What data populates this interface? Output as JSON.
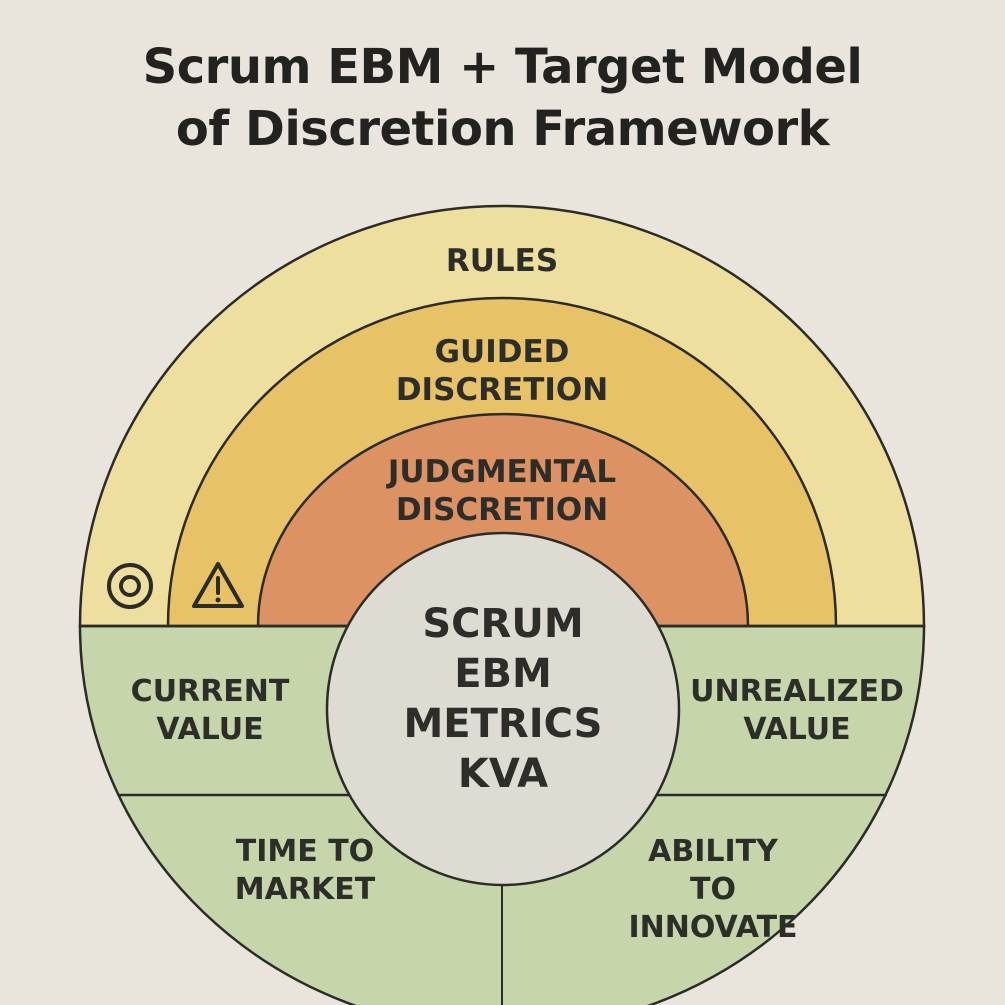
{
  "title": {
    "line1": "Scrum EBM + Target Model",
    "line2": "of Discretion Framework"
  },
  "colors": {
    "background": "#e9e5dc",
    "rules": "#eedf9f",
    "guided_discretion": "#e8c266",
    "judgmental_discretion": "#dc9262",
    "ebm_quadrants": "#c6d6aa",
    "center": "#dedbd3",
    "outline": "#2b2b28"
  },
  "discretion_layers": [
    {
      "lines": [
        "RULES"
      ]
    },
    {
      "lines": [
        "GUIDED",
        "DISCRETION"
      ]
    },
    {
      "lines": [
        "JUDGMENTAL",
        "DISCRETION"
      ]
    }
  ],
  "icons": {
    "rules_icon": "target-icon",
    "guided_icon": "warning-icon"
  },
  "center": {
    "lines": [
      "SCRUM",
      "EBM",
      "METRICS",
      "KVA"
    ]
  },
  "ebm_areas": [
    {
      "lines": [
        "CURRENT",
        "VALUE"
      ]
    },
    {
      "lines": [
        "UNREALIZED",
        "VALUE"
      ]
    },
    {
      "lines": [
        "TIME TO",
        "MARKET"
      ]
    },
    {
      "lines": [
        "ABILITY",
        "TO",
        "INNOVATE"
      ]
    }
  ]
}
